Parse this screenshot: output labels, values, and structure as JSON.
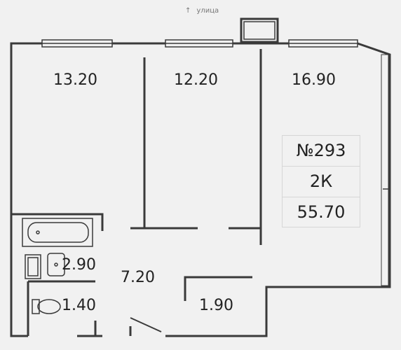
{
  "street": {
    "arrow": "↑",
    "label": "улица"
  },
  "rooms": {
    "room_1": "13.20",
    "room_2": "12.20",
    "room_3": "16.90",
    "bath": "2.90",
    "toilet": "1.40",
    "hall": "7.20",
    "storage": "1.90"
  },
  "apartment": {
    "number": "№293",
    "type": "2К",
    "area": "55.70"
  },
  "colors": {
    "wall": "#3a3a3a",
    "background": "#f1f1f1",
    "table_border": "#d6d6d6"
  }
}
